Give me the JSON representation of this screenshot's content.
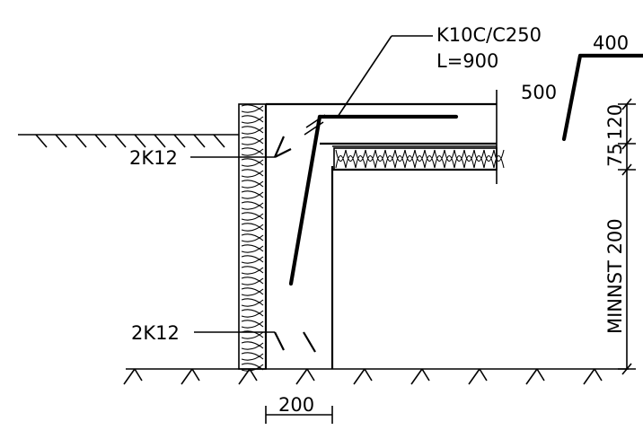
{
  "labels": {
    "rebar_main": "K10C/C250",
    "rebar_length": "L=900",
    "bars_top": "2K12",
    "bars_bottom": "2K12",
    "dim_top_400": "400",
    "dim_top_500": "500",
    "dim_120": "120",
    "dim_75": "75",
    "dim_min200": "MINNST 200",
    "dim_wall_200": "200"
  }
}
